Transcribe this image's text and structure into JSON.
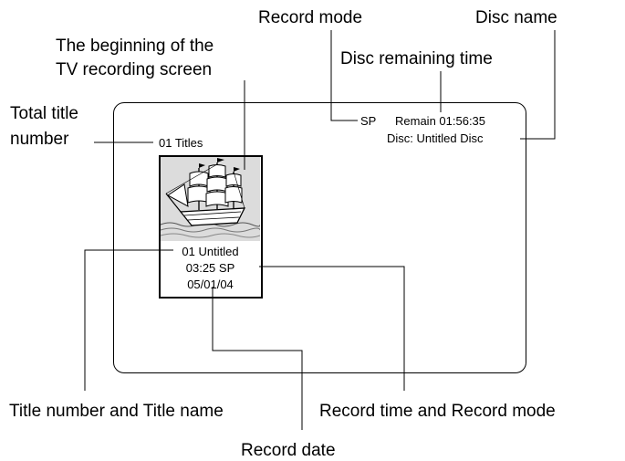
{
  "callouts": {
    "record_mode": "Record mode",
    "disc_name": "Disc name",
    "beginning_line1": "The  beginning  of  the",
    "beginning_line2": "TV recording screen",
    "disc_remaining_time": "Disc remaining time",
    "total_title_line1": "Total  title",
    "total_title_line2": "number",
    "title_number_name": "Title number and Title name",
    "record_time_mode": "Record time and Record mode",
    "record_date": "Record date"
  },
  "screen": {
    "record_mode": "SP",
    "remain": "Remain 01:56:35",
    "disc": "Disc: Untitled Disc",
    "total_titles": "01 Titles"
  },
  "thumbnail": {
    "title": "01 Untitled",
    "time_mode": "03:25 SP",
    "date": "05/01/04"
  }
}
